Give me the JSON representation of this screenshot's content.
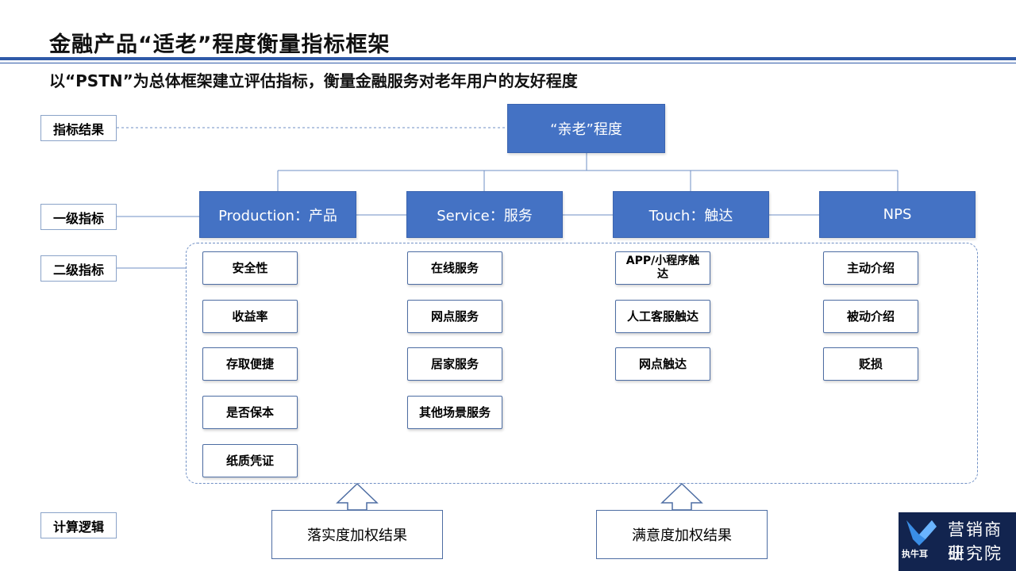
{
  "title": "金融产品“适老”程度衡量指标框架",
  "subtitle": "以“PSTN”为总体框架建立评估指标，衡量金融服务对老年用户的友好程度",
  "levels": {
    "result": "指标结果",
    "first": "一级指标",
    "second": "二级指标",
    "calc": "计算逻辑"
  },
  "top_node": "“亲老”程度",
  "first_level": [
    {
      "label": "Production：产品",
      "items": [
        "安全性",
        "收益率",
        "存取便捷",
        "是否保本",
        "纸质凭证"
      ]
    },
    {
      "label": "Service：服务",
      "items": [
        "在线服务",
        "网点服务",
        "居家服务",
        "其他场景服务"
      ]
    },
    {
      "label": "Touch：触达",
      "items": [
        "APP/小程序触达",
        "人工客服触达",
        "网点触达"
      ]
    },
    {
      "label": "NPS",
      "items": [
        "主动介绍",
        "被动介绍",
        "贬损"
      ]
    }
  ],
  "calc": {
    "left": "落实度加权结果",
    "right": "满意度加权结果"
  },
  "logo": {
    "line1": "营销商业",
    "line2": "研究院",
    "brand": "执牛耳"
  },
  "colors": {
    "accent": "#4472c4",
    "line": "#2f5aa8",
    "logo_bg": "#12244f"
  }
}
